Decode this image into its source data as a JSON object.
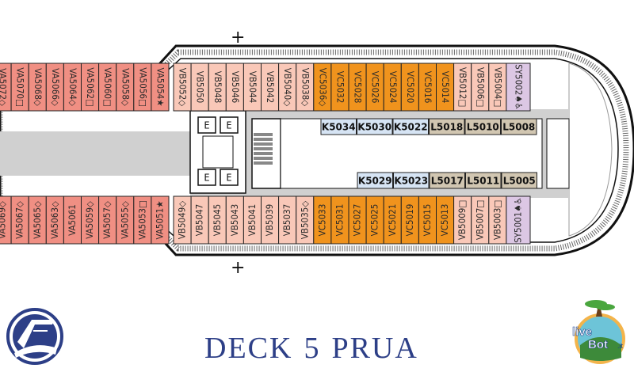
{
  "title": {
    "deck_word": "DECK",
    "deck_number": "5",
    "deck_area": "PRUA"
  },
  "colors": {
    "suite_va": "#f08f83",
    "veranda_vb": "#f9c8b8",
    "veranda_vc": "#f0931d",
    "inside_k": "#d6e4f4",
    "outside_l": "#d1c6b1",
    "suite_sy": "#dcc7e4",
    "corridor": "#d0d0d0",
    "title": "#2d3f87"
  },
  "top_row": [
    {
      "id": "VA5072",
      "mark": "◇"
    },
    {
      "id": "VA5070",
      "mark": "□"
    },
    {
      "id": "VA5068",
      "mark": "◇"
    },
    {
      "id": "VA5066",
      "mark": "◇"
    },
    {
      "id": "VA5064",
      "mark": "◇"
    },
    {
      "id": "VA5062",
      "mark": "□"
    },
    {
      "id": "VA5060",
      "mark": "□"
    },
    {
      "id": "VA5058",
      "mark": "◇"
    },
    {
      "id": "VA5056",
      "mark": "□"
    },
    {
      "id": "VA5054",
      "mark": "★"
    },
    {
      "id": "VB5052",
      "mark": "◇"
    },
    {
      "id": "VB5050",
      "mark": ""
    },
    {
      "id": "VB5048",
      "mark": ""
    },
    {
      "id": "VB5046",
      "mark": ""
    },
    {
      "id": "VB5044",
      "mark": ""
    },
    {
      "id": "VB5042",
      "mark": ""
    },
    {
      "id": "VB5040",
      "mark": "◇"
    },
    {
      "id": "VB5038",
      "mark": "◇"
    },
    {
      "id": "VC5036",
      "mark": "◇"
    },
    {
      "id": "VC5032",
      "mark": ""
    },
    {
      "id": "VC5028",
      "mark": ""
    },
    {
      "id": "VC5026",
      "mark": ""
    },
    {
      "id": "VC5024",
      "mark": ""
    },
    {
      "id": "VC5020",
      "mark": ""
    },
    {
      "id": "VC5016",
      "mark": ""
    },
    {
      "id": "VC5014",
      "mark": ""
    },
    {
      "id": "VB5012",
      "mark": "□"
    },
    {
      "id": "VB5006",
      "mark": "□"
    },
    {
      "id": "VB5004",
      "mark": "□"
    },
    {
      "id": "SY5002",
      "mark": "♠♿"
    }
  ],
  "bottom_row": [
    {
      "id": "VA5069",
      "mark": "◇"
    },
    {
      "id": "VA5067",
      "mark": "◇"
    },
    {
      "id": "VA5065",
      "mark": "◇"
    },
    {
      "id": "VA5063",
      "mark": "◇"
    },
    {
      "id": "VA5061",
      "mark": ""
    },
    {
      "id": "VA5059",
      "mark": "◇"
    },
    {
      "id": "VA5057",
      "mark": "◇"
    },
    {
      "id": "VA5055",
      "mark": "◇"
    },
    {
      "id": "VA5053",
      "mark": "□"
    },
    {
      "id": "VA5051",
      "mark": "★"
    },
    {
      "id": "VB5049",
      "mark": "◇"
    },
    {
      "id": "VB5047",
      "mark": ""
    },
    {
      "id": "VB5045",
      "mark": ""
    },
    {
      "id": "VB5043",
      "mark": ""
    },
    {
      "id": "VB5041",
      "mark": ""
    },
    {
      "id": "VB5039",
      "mark": ""
    },
    {
      "id": "VB5037",
      "mark": ""
    },
    {
      "id": "VB5035",
      "mark": "◇"
    },
    {
      "id": "VC5033",
      "mark": ""
    },
    {
      "id": "VC5031",
      "mark": ""
    },
    {
      "id": "VC5027",
      "mark": ""
    },
    {
      "id": "VC5025",
      "mark": ""
    },
    {
      "id": "VC5021",
      "mark": ""
    },
    {
      "id": "VC5019",
      "mark": ""
    },
    {
      "id": "VC5015",
      "mark": ""
    },
    {
      "id": "VC5013",
      "mark": ""
    },
    {
      "id": "VB5009",
      "mark": "□"
    },
    {
      "id": "VB5007",
      "mark": "□"
    },
    {
      "id": "VB5003",
      "mark": "□"
    },
    {
      "id": "SY5001",
      "mark": "♠♿"
    }
  ],
  "inner_top": [
    "K5034",
    "K5030",
    "K5022",
    "L5018",
    "L5010",
    "L5008"
  ],
  "inner_bottom": [
    "K5029",
    "K5023",
    "L5017",
    "L5011",
    "L5005"
  ],
  "elevator_labels": [
    "E",
    "E",
    "E",
    "E"
  ],
  "plus_marks": [
    "+",
    "+"
  ],
  "logo_right": {
    "line1": "live",
    "line2": "Bot",
    "suffix": ".it"
  }
}
